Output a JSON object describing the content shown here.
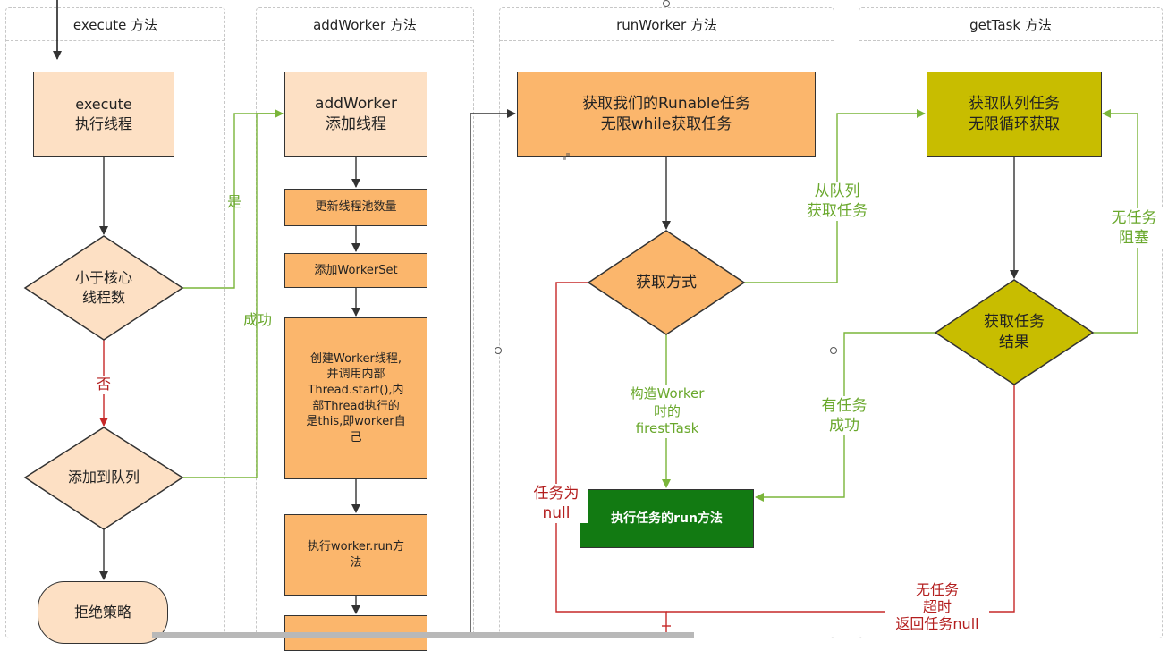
{
  "lanes": [
    {
      "title": "execute 方法"
    },
    {
      "title": "addWorker 方法"
    },
    {
      "title": "runWorker 方法"
    },
    {
      "title": "getTask 方法"
    }
  ],
  "execute": {
    "start_box": "execute\n执行线程",
    "decision_core": "小于核心\n线程数",
    "decision_queue": "添加到队列",
    "reject": "拒绝策略",
    "label_yes": "是",
    "label_no": "否",
    "label_success": "成功"
  },
  "addWorker": {
    "title_box": "addWorker\n添加线程",
    "update_count": "更新线程池数量",
    "add_workerset": "添加WorkerSet",
    "create_worker": "创建Worker线程,\n并调用内部\nThread.start(),内\n部Thread执行的\n是this,即worker自\n己",
    "run_worker": "执行worker.run方\n法"
  },
  "runWorker": {
    "top_box": "获取我们的Runable任务\n无限while获取任务",
    "decision": "获取方式",
    "label_first_task": "构造Worker\n时的\nfirestTask",
    "label_from_queue": "从队列\n获取任务",
    "label_task_null": "任务为\nnull",
    "exec_box": "执行任务的run方法"
  },
  "getTask": {
    "top_box": "获取队列任务\n无限循环获取",
    "decision": "获取任务\n结果",
    "label_no_task_block": "无任务\n阻塞",
    "label_has_task": "有任务\n成功",
    "label_timeout": "无任务\n超时\n返回任务null"
  },
  "colors": {
    "peach": "#fde0c4",
    "orange": "#fbb66c",
    "olive": "#c8bd00",
    "green": "#127a12",
    "arrow_green": "#7ab53a",
    "arrow_red": "#c62828",
    "arrow_dark": "#333333"
  }
}
